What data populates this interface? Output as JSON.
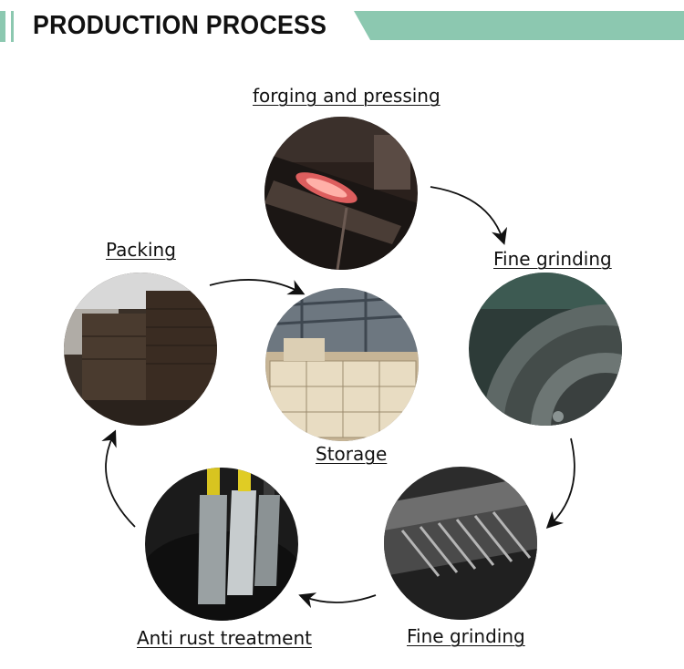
{
  "header": {
    "title": "PRODUCTION PROCESS",
    "accent_color": "#8cc8b0"
  },
  "steps": [
    {
      "label": "forging and pressing",
      "image": "forging-press-photo"
    },
    {
      "label": "Fine grinding",
      "image": "grinding-wheel-photo"
    },
    {
      "label": "Fine grinding",
      "image": "grinding-rack-photo"
    },
    {
      "label": "Anti rust treatment",
      "image": "anti-rust-dip-photo"
    },
    {
      "label": "Packing",
      "image": "packing-warehouse-photo"
    },
    {
      "label": "Storage",
      "image": "storage-boxes-photo"
    }
  ]
}
